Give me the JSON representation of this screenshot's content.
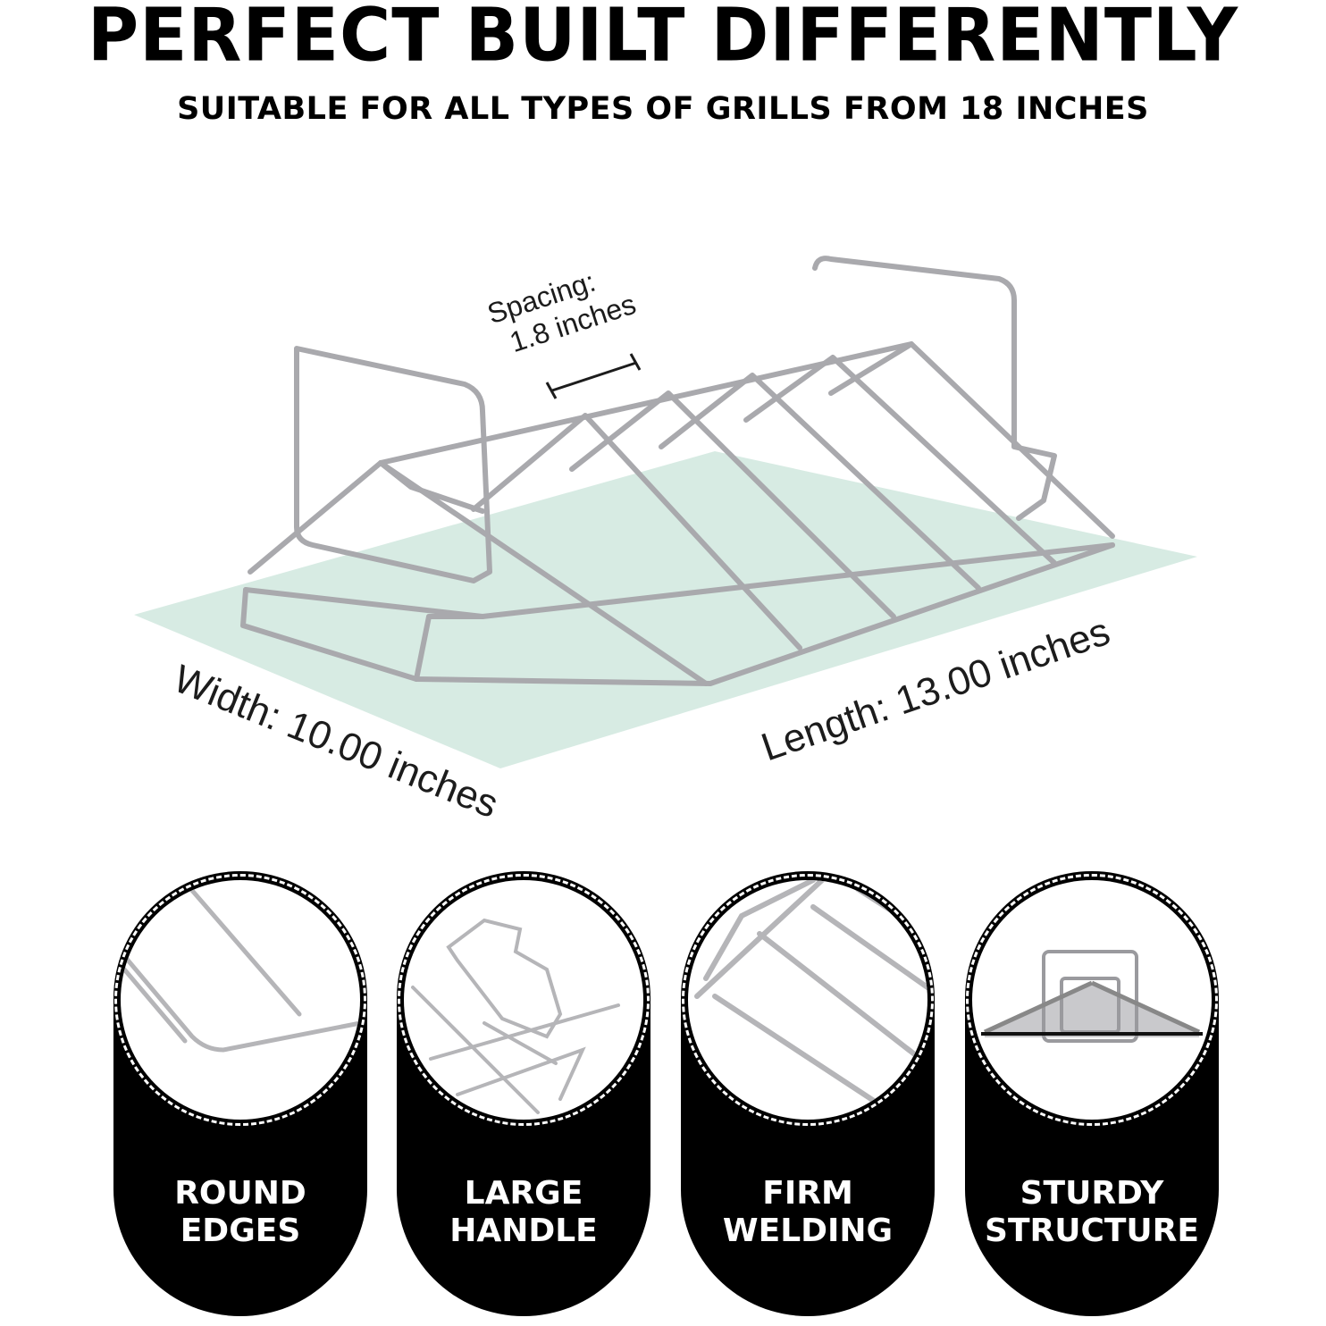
{
  "header": {
    "title": "PERFECT BUILT DIFFERENTLY",
    "subtitle": "SUITABLE FOR ALL TYPES OF GRILLS FROM 18 INCHES"
  },
  "dimensions": {
    "spacing_line1": "Spacing:",
    "spacing_line2": "1.8 inches",
    "width": "Width: 10.00 inches",
    "length": "Length: 13.00 inches"
  },
  "features": [
    {
      "line1": "ROUND",
      "line2": "EDGES",
      "icon": "round-edges-detail"
    },
    {
      "line1": "LARGE",
      "line2": "HANDLE",
      "icon": "large-handle-detail"
    },
    {
      "line1": "FIRM",
      "line2": "WELDING",
      "icon": "firm-welding-detail"
    },
    {
      "line1": "STURDY",
      "line2": "STRUCTURE",
      "icon": "sturdy-structure-detail"
    }
  ],
  "colors": {
    "mat": "#d7ebe3",
    "metal": "#b8b8bc",
    "card": "#000000",
    "text": "#000000"
  }
}
